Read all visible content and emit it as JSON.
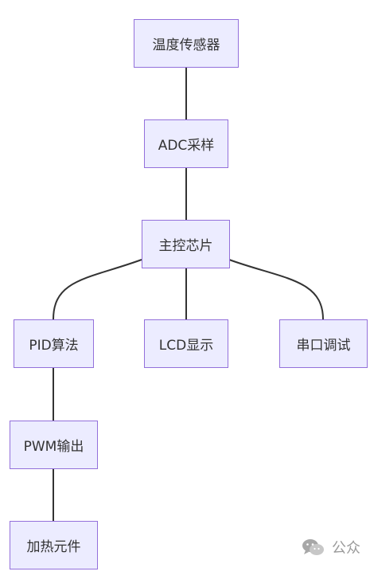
{
  "diagram": {
    "nodes": [
      {
        "id": "temperature-sensor",
        "label": "温度传感器"
      },
      {
        "id": "adc-sampling",
        "label": "ADC采样"
      },
      {
        "id": "main-chip",
        "label": "主控芯片"
      },
      {
        "id": "pid-algorithm",
        "label": "PID算法"
      },
      {
        "id": "lcd-display",
        "label": "LCD显示"
      },
      {
        "id": "serial-debug",
        "label": "串口调试"
      },
      {
        "id": "pwm-output",
        "label": "PWM输出"
      },
      {
        "id": "heating-element",
        "label": "加热元件"
      }
    ],
    "edges": [
      [
        "temperature-sensor",
        "adc-sampling"
      ],
      [
        "adc-sampling",
        "main-chip"
      ],
      [
        "main-chip",
        "pid-algorithm"
      ],
      [
        "main-chip",
        "lcd-display"
      ],
      [
        "main-chip",
        "serial-debug"
      ],
      [
        "pid-algorithm",
        "pwm-output"
      ],
      [
        "pwm-output",
        "heating-element"
      ]
    ],
    "style": {
      "node_fill": "#ececff",
      "node_border": "#9370db",
      "edge_color": "#333333",
      "text_color": "#333333"
    }
  },
  "watermark": {
    "icon": "wechat-icon",
    "text": "公众"
  }
}
